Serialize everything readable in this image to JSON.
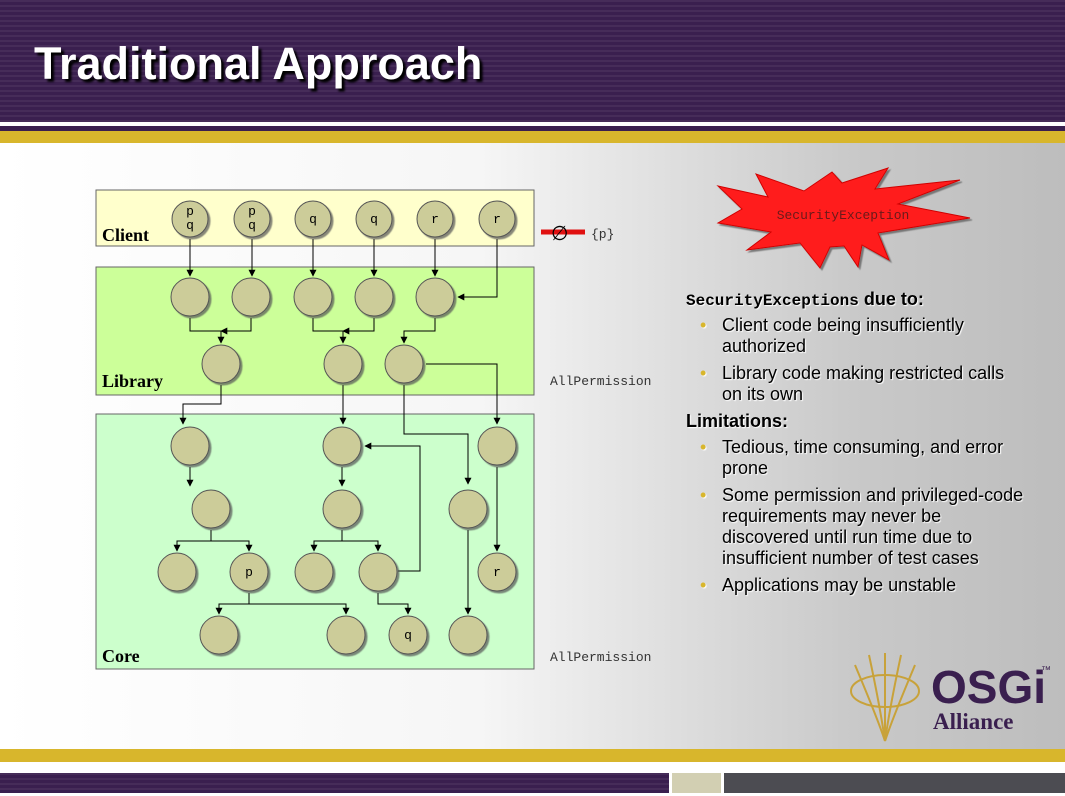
{
  "slide": {
    "title": "Traditional Approach",
    "colors": {
      "header": "#3a1f4f",
      "gold": "#d8b62c",
      "client_layer": "#ffffcc",
      "library_layer": "#ccff99",
      "core_layer": "#ccffcc",
      "node": "#cccc99",
      "exception_burst": "#ff1f1f"
    }
  },
  "diagram": {
    "layers": {
      "client": "Client",
      "library": "Library",
      "core": "Core"
    },
    "client_nodes": [
      {
        "l1": "p",
        "l2": "q"
      },
      {
        "l1": "p",
        "l2": "q"
      },
      {
        "l1": "q",
        "l2": ""
      },
      {
        "l1": "q",
        "l2": ""
      },
      {
        "l1": "r",
        "l2": ""
      },
      {
        "l1": "r",
        "l2": ""
      }
    ],
    "core_node_labels": {
      "p": "p",
      "q": "q",
      "r": "r"
    },
    "client_permission": {
      "empty_set": "∅",
      "set": "{p}"
    },
    "library_permission": "AllPermission",
    "core_permission": "AllPermission",
    "exception_burst": "SecurityException",
    "icons": {
      "empty-set": "empty-set-icon",
      "burst": "exception-burst-icon",
      "node": "code-node-icon"
    }
  },
  "text": {
    "heading1_code": "SecurityExceptions",
    "heading1_rest": " due to:",
    "reasons": [
      "Client code being insufficiently authorized",
      "Library code making restricted calls on its own"
    ],
    "heading2": "Limitations:",
    "limitations": [
      "Tedious, time consuming, and error prone",
      "Some permission and privileged-code requirements may never be discovered until run time due to insufficient number of test cases",
      "Applications may be unstable"
    ]
  },
  "logo": {
    "name": "OSGi",
    "tm": "™",
    "subtitle": "Alliance"
  }
}
